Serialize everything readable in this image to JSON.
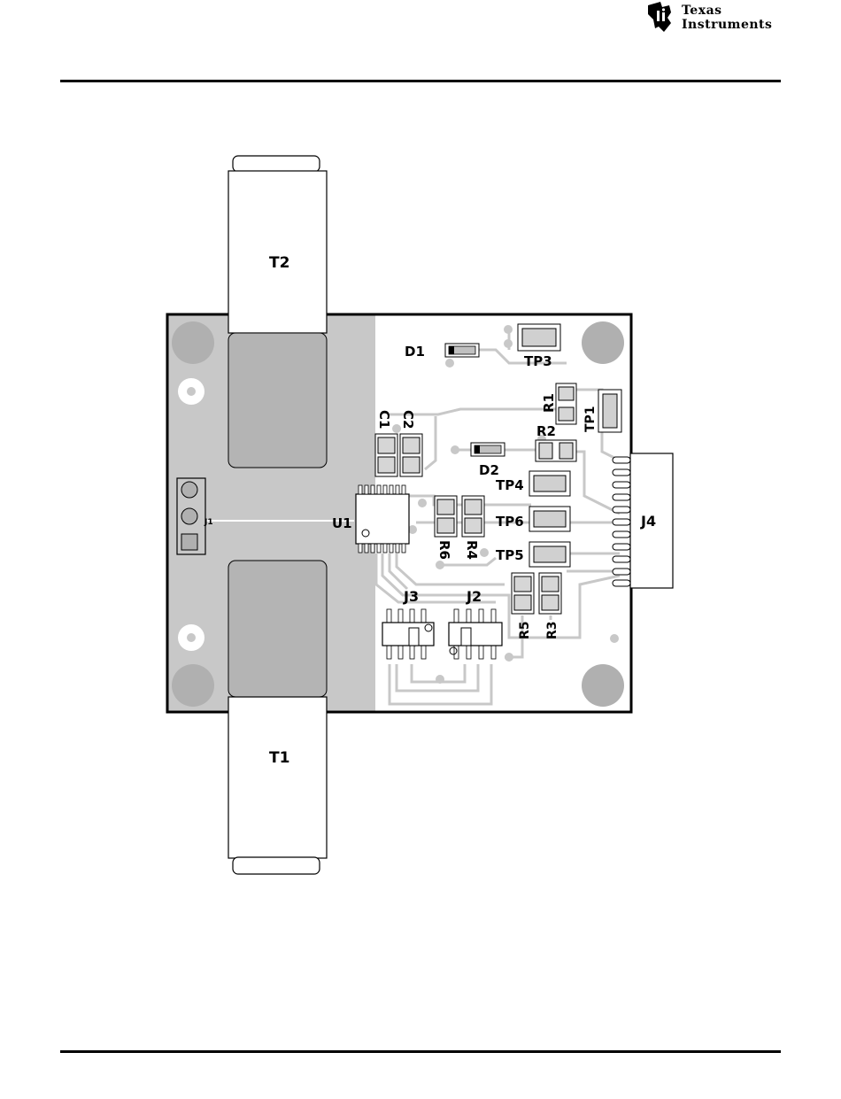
{
  "header": {
    "logo": {
      "line1": "Texas",
      "line2": "Instruments",
      "brand_color": "#000000"
    }
  },
  "board": {
    "silkscreen_color": "#000000",
    "copper_color": "#c8c8c8",
    "transformers": [
      {
        "ref": "T2",
        "label": "T2"
      },
      {
        "ref": "T1",
        "label": "T1"
      }
    ],
    "connectors": [
      {
        "ref": "J1",
        "label": "J1"
      },
      {
        "ref": "J2",
        "label": "J2"
      },
      {
        "ref": "J3",
        "label": "J3"
      },
      {
        "ref": "J4",
        "label": "J4"
      }
    ],
    "ic": {
      "ref": "U1",
      "label": "U1"
    },
    "diodes": [
      {
        "ref": "D1",
        "label": "D1"
      },
      {
        "ref": "D2",
        "label": "D2"
      }
    ],
    "capacitors": [
      {
        "ref": "C1",
        "label": "C1"
      },
      {
        "ref": "C2",
        "label": "C2"
      }
    ],
    "resistors": [
      {
        "ref": "R1",
        "label": "R1"
      },
      {
        "ref": "R2",
        "label": "R2"
      },
      {
        "ref": "R3",
        "label": "R3"
      },
      {
        "ref": "R4",
        "label": "R4"
      },
      {
        "ref": "R5",
        "label": "R5"
      },
      {
        "ref": "R6",
        "label": "R6"
      }
    ],
    "test_points": [
      {
        "ref": "TP1",
        "label": "TP1"
      },
      {
        "ref": "TP3",
        "label": "TP3"
      },
      {
        "ref": "TP4",
        "label": "TP4"
      },
      {
        "ref": "TP5",
        "label": "TP5"
      },
      {
        "ref": "TP6",
        "label": "TP6"
      }
    ]
  }
}
